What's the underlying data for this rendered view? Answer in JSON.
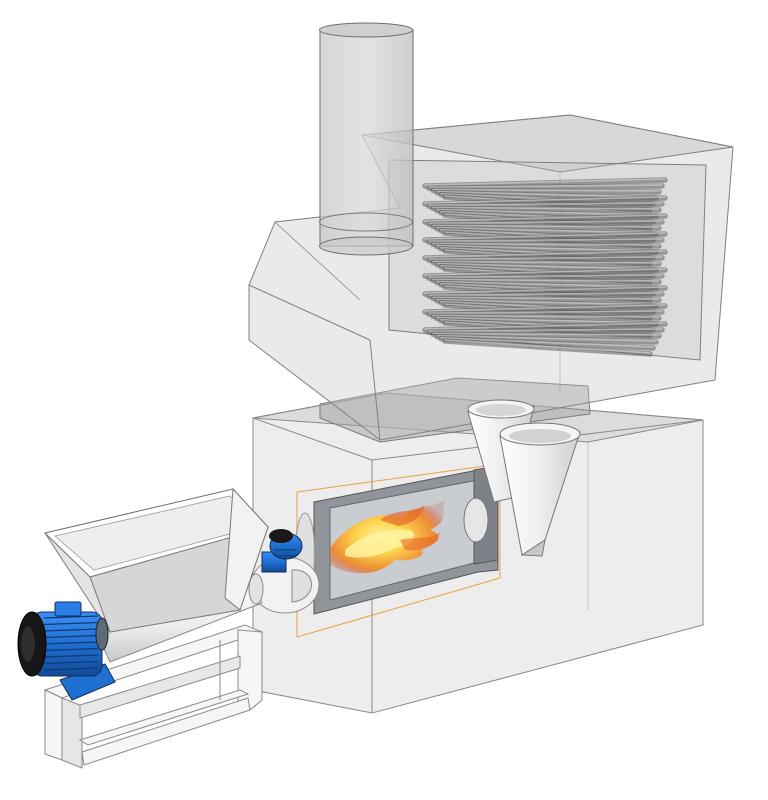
{
  "scene": {
    "background": "#ffffff",
    "colors": {
      "housing_fill": "#b9b9b9",
      "housing_stroke": "#7a7a7a",
      "tube_fill": "#9a9a9a",
      "tube_stroke": "#5e5e5e",
      "motor_blue": "#1f6fd1",
      "motor_dark": "#1a1a1a",
      "frame": "#f4f4f4",
      "frame_stroke": "#8a8a8a",
      "flame_outer": "#e8662a",
      "flame_inner": "#ffd84a",
      "burner_body": "#9aa0a6",
      "guide_line": "#f0a040"
    },
    "components": [
      {
        "id": "chimney",
        "icon": "chimney-stack"
      },
      {
        "id": "heat-exchanger",
        "icon": "tube-bundle"
      },
      {
        "id": "combustion-chamber",
        "icon": "box-housing"
      },
      {
        "id": "burner",
        "icon": "flame-cylinder"
      },
      {
        "id": "cyclones",
        "icon": "cyclone-cones"
      },
      {
        "id": "hopper",
        "icon": "feed-hopper"
      },
      {
        "id": "auger-conveyor",
        "icon": "screw-conveyor"
      },
      {
        "id": "drive-motor",
        "icon": "electric-motor"
      },
      {
        "id": "blower-fan",
        "icon": "fan-blower"
      },
      {
        "id": "support-frame",
        "icon": "steel-frame"
      }
    ]
  }
}
